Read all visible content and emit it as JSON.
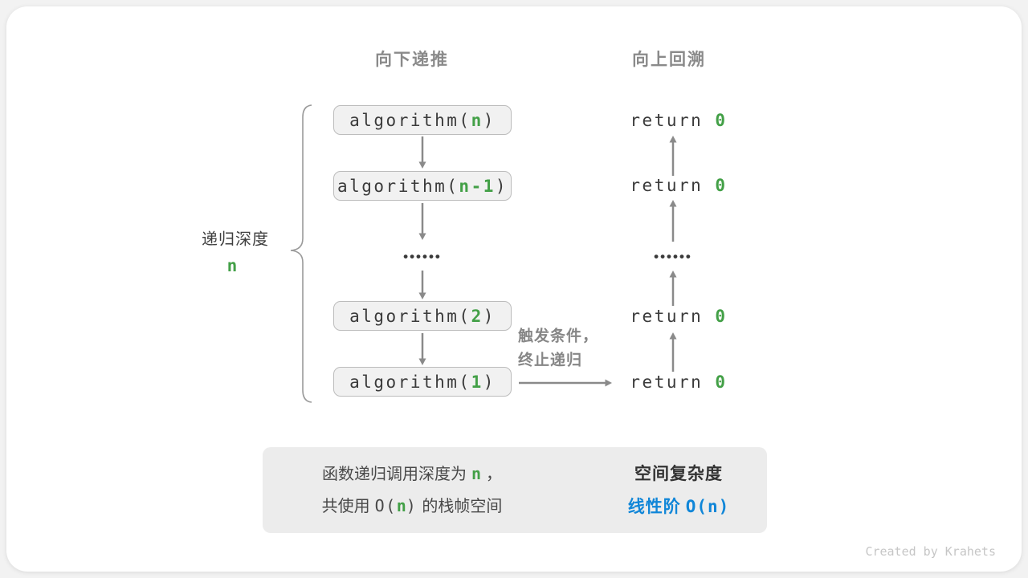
{
  "title_row": {
    "down": "向下递推",
    "up": "向上回溯"
  },
  "depth_brace": {
    "label": "递归深度",
    "value": "n"
  },
  "recursion_column": [
    {
      "pre": "algorithm(",
      "arg": "n",
      "post": ")"
    },
    {
      "pre": "algorithm(",
      "arg": "n-1",
      "post": ")"
    },
    {
      "pre": "algorithm(",
      "arg": "2",
      "post": ")"
    },
    {
      "pre": "algorithm(",
      "arg": "1",
      "post": ")"
    }
  ],
  "return_column": [
    {
      "pre": "return ",
      "val": "0"
    },
    {
      "pre": "return ",
      "val": "0"
    },
    {
      "pre": "return ",
      "val": "0"
    },
    {
      "pre": "return ",
      "val": "0"
    }
  ],
  "ellipsis": "••••••",
  "base_case_note": [
    "触发条件，",
    "终止递归"
  ],
  "summary": {
    "left": {
      "line1_pre": "函数递归调用深度为",
      "line1_em": "n",
      "line1_post": "，",
      "line2_pre": "共使用",
      "line2_code_open": "O(",
      "line2_em": "n",
      "line2_code_close": ")",
      "line2_post": "的栈帧空间"
    },
    "right": {
      "title": "空间复杂度",
      "result_text": "线性阶",
      "result_code": "O(n)"
    }
  },
  "credit": "Created by Krahets",
  "colors": {
    "green_accent": "#43a047",
    "blue_accent": "#1086d8",
    "gray_heading": "#8a8a8a",
    "arrow_gray": "#8a8a8a",
    "box_fill": "#f1f1f1",
    "box_border": "#bcbcbc",
    "summary_fill": "#ececec",
    "dark_text": "#3b3b3b"
  }
}
